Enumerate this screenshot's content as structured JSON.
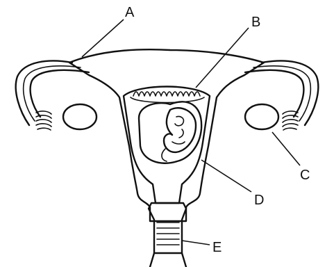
{
  "labels": {
    "a": "A",
    "b": "B",
    "c": "C",
    "d": "D",
    "e": "E"
  },
  "colors": {
    "ink": "#111111",
    "stipple": "#c9c9c9",
    "background": "#ffffff"
  }
}
